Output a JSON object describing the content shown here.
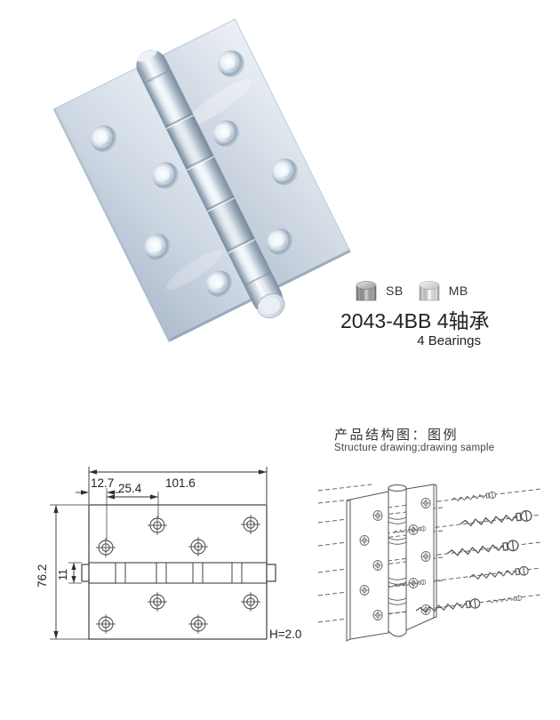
{
  "product": {
    "model": "2043-4BB 4轴承",
    "bearings_label": "4 Bearings",
    "bearing_legend": [
      {
        "code": "SB",
        "style": "steel-bearing-cylinder"
      },
      {
        "code": "MB",
        "style": "metal-bearing-cylinder"
      }
    ]
  },
  "flat_drawing": {
    "dim_edge": "12.7",
    "dim_pitch": "25.4",
    "dim_width": "101.6",
    "dim_height": "76.2",
    "dim_knuckle": "11",
    "dim_thickness": "H=2.0"
  },
  "structure_drawing": {
    "title_zh": "产品结构图：图例",
    "title_en": "Structure drawing;drawing sample"
  },
  "colors": {
    "line": "#2f2f2f",
    "steel_light": "#eef2f7",
    "steel_mid": "#c3cfdc",
    "steel_dark": "#8494a6",
    "background": "#ffffff"
  }
}
